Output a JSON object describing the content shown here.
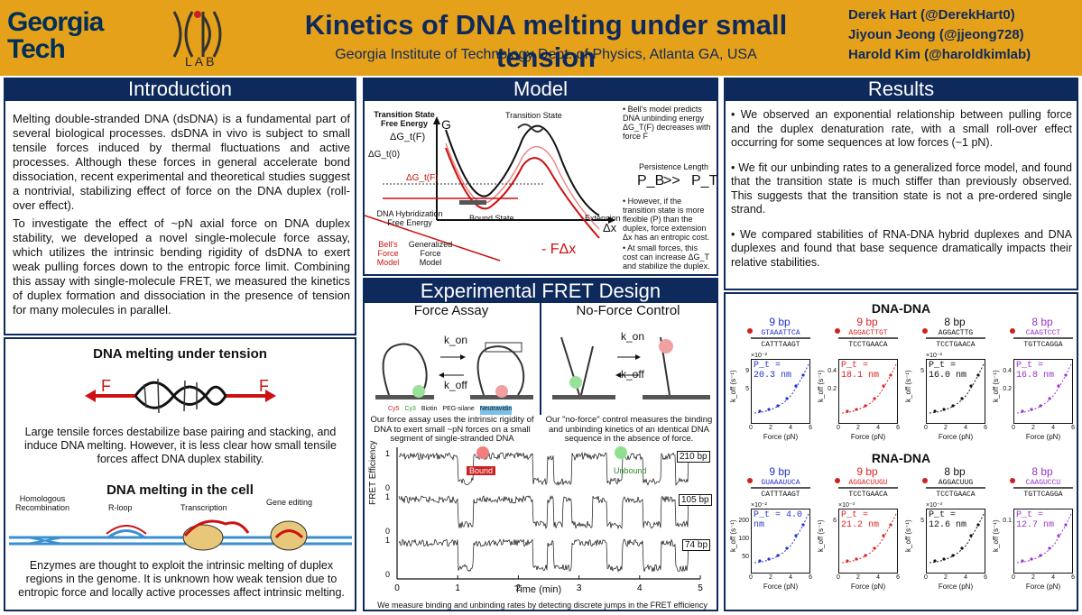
{
  "header": {
    "institution_logo": "Georgia Tech",
    "lab_logo": "LAB",
    "title": "Kinetics of DNA melting under small tension",
    "subtitle": "Georgia Institute of Technology Dept. of Physics, Atlanta GA, USA",
    "authors": [
      "Derek Hart    (@DerekHart0)",
      "Jiyoun Jeong (@jjeong728)",
      "Harold Kim    (@haroldkimlab)"
    ]
  },
  "introduction": {
    "heading": "Introduction",
    "para1": "Melting double-stranded DNA (dsDNA) is a fundamental part of several biological processes. dsDNA in vivo is subject to small tensile forces induced by thermal fluctuations and active processes. Although these forces in general accelerate bond dissociation, recent experimental and theoretical studies suggest a nontrivial, stabilizing effect of force on the DNA duplex (roll-over effect).",
    "para2": "To investigate the effect of ~pN axial force on DNA duplex stability, we developed a novel single-molecule force assay, which utilizes the intrinsic bending rigidity of dsDNA to exert weak pulling forces down to the entropic force limit. Combining this assay with single-molecule FRET, we measured the kinetics of duplex formation and dissociation in the presence of tension for many molecules in parallel."
  },
  "melting_tension": {
    "heading": "DNA melting under tension",
    "force_label": "F",
    "text": "Large tensile forces destabilize base pairing and stacking, and induce DNA melting. However, it is less clear how small tensile forces affect DNA duplex stability."
  },
  "melting_cell": {
    "heading": "DNA melting in the cell",
    "labels": [
      "Homologous Recombination",
      "R-loop",
      "Transcription",
      "Gene editing"
    ],
    "text": "Enzymes are thought to exploit  the intrinsic melting of duplex regions in the genome. It is unknown how weak tension due to entropic force and locally active processes affect intrinsic melting."
  },
  "model": {
    "heading": "Model",
    "ts_label": "Transition State Free Energy",
    "dg_label": "ΔG_t(F)",
    "dg0_label": "ΔG_t(0)",
    "dgf_label": "ΔG_t(F)",
    "g_axis": "G",
    "x_axis": "Δx",
    "transition_state": "Transition State",
    "bound_state": "Bound State",
    "extension": "Extension",
    "hybrid_label": "DNA Hybridization Free Energy",
    "bell_label": "Bell's Force Model",
    "generalized_label": "Generalized Force Model",
    "fdx": "- FΔx",
    "note1": "• Bell's model predicts DNA unbinding energy ΔG_T(F) decreases with force F",
    "persistence": "Persistence Length",
    "pb": "P_B",
    "gg": ">>",
    "pt": "P_T",
    "note2": "• However, if the transition state is more flexible (P) than the duplex, force extension Δx has an entropic cost.",
    "note3": "• At small forces, this cost can increase ΔG_T and stabilize the duplex."
  },
  "fret": {
    "heading": "Experimental  FRET Design",
    "force_assay": "Force Assay",
    "no_force": "No-Force Control",
    "kon": "k_on",
    "koff": "k_off",
    "legend": [
      "Cy5",
      "Cy3",
      "Biotin",
      "PEG-silane",
      "Neutravidin"
    ],
    "cap_force": "Our force assay uses the intrinsic rigidity of DNA to exert small ~pN forces on a small segment of single-stranded DNA",
    "cap_noforce": "Our \"no-force\" control measures the binding and unbinding kinetics of an identical DNA sequence in the absence of force.",
    "trace_ylabel": "FRET Efficiency",
    "trace_xlabel": "Time (min)",
    "bound": "Bound",
    "unbound": "Unbound",
    "trace_labels": [
      "210 bp",
      "105 bp",
      "74 bp"
    ],
    "x_ticks": [
      "0",
      "1",
      "2",
      "3",
      "4",
      "5"
    ],
    "y_ticks": [
      "0",
      "1"
    ],
    "caption": "We measure binding and unbinding rates by detecting discrete jumps in the FRET efficiency"
  },
  "results": {
    "heading": "Results",
    "bullets": [
      "• We observed an exponential relationship between pulling force and the duplex denaturation rate, with a small roll-over effect occurring for some sequences at low forces (~1 pN).",
      "• We fit our unbinding rates to a generalized force model, and found that the transition state is much stiffer than previously observed. This suggests that the transition state is not a pre-ordered single strand.",
      "• We compared stabilities of RNA-DNA hybrid duplexes and DNA duplexes and found that base sequence dramatically impacts their relative stabilities."
    ],
    "dna_dna_title": "DNA-DNA",
    "rna_dna_title": "RNA-DNA",
    "xlabel": "Force (pN)",
    "ylabel": "k_off (s⁻¹)",
    "dna_dna": [
      {
        "bp": "9 bp",
        "top": "GTAAATTCA",
        "bottom": "CATTTAAGT",
        "pt": "P_t = 20.3 nm",
        "color": "#2233cc",
        "exp": "×10⁻²",
        "yticks": [
          "9",
          "5"
        ]
      },
      {
        "bp": "9 bp",
        "top": "AGGACTTGT",
        "bottom": "TCCTGAACA",
        "pt": "P_t = 18.1 nm",
        "color": "#dd2222",
        "exp": "",
        "yticks": [
          "0.4",
          "0.2"
        ]
      },
      {
        "bp": "8 bp",
        "top": "AGGACTTG",
        "bottom": "TCCTGAACA",
        "pt": "P_t = 16.0 nm",
        "color": "#111111",
        "exp": "×10⁻²",
        "yticks": [
          "5"
        ]
      },
      {
        "bp": "8 bp",
        "top": "CAAGTCCT",
        "bottom": "TGTTCAGGA",
        "pt": "P_t = 16.8 nm",
        "color": "#9933cc",
        "exp": "",
        "yticks": [
          "0.4",
          "0.2"
        ]
      }
    ],
    "rna_dna": [
      {
        "bp": "9 bp",
        "top": "GUAAAUUCA",
        "bottom": "CATTTAAGT",
        "pt": "P_t = 4.0 nm",
        "color": "#2233cc",
        "exp": "×10⁻²",
        "yticks": [
          "200",
          "100",
          "50"
        ]
      },
      {
        "bp": "9 bp",
        "top": "AGGACUUGU",
        "bottom": "TCCTGAACA",
        "pt": "P_t = 21.2 nm",
        "color": "#dd2222",
        "exp": "×10⁻³",
        "yticks": [
          "6"
        ]
      },
      {
        "bp": "8 bp",
        "top": "AGGACUUG",
        "bottom": "TCCTGAACA",
        "pt": "P_t = 12.6 nm",
        "color": "#111111",
        "exp": "×10⁻³",
        "yticks": [
          "5"
        ]
      },
      {
        "bp": "8 bp",
        "top": "CAAGUCCU",
        "bottom": "TGTTCAGGA",
        "pt": "P_t = 12.7 nm",
        "color": "#9933cc",
        "exp": "",
        "yticks": [
          "0.1"
        ]
      }
    ],
    "x_ticks": [
      "0",
      "2",
      "4",
      "6"
    ]
  }
}
